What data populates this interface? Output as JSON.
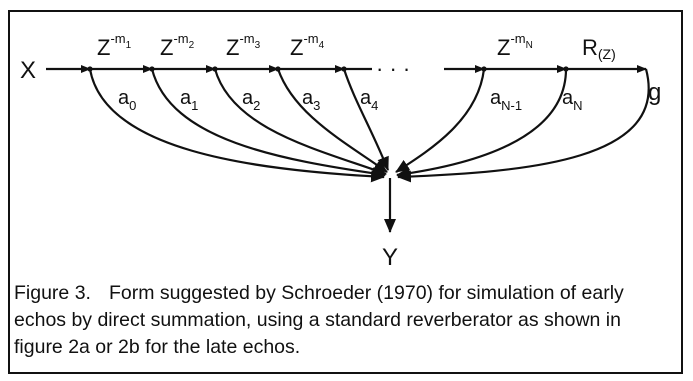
{
  "diagram": {
    "input": "X",
    "output": "Y",
    "reverb_gain": "g",
    "delays": [
      {
        "base": "Z",
        "exp": "-m",
        "sub": "1"
      },
      {
        "base": "Z",
        "exp": "-m",
        "sub": "2"
      },
      {
        "base": "Z",
        "exp": "-m",
        "sub": "3"
      },
      {
        "base": "Z",
        "exp": "-m",
        "sub": "4"
      },
      {
        "base": "Z",
        "exp": "-m",
        "sub": "N"
      }
    ],
    "ellipsis": "· · ·",
    "reverberator": {
      "base": "R",
      "sub": "(Z)"
    },
    "gains": [
      {
        "base": "a",
        "sub": "0"
      },
      {
        "base": "a",
        "sub": "1"
      },
      {
        "base": "a",
        "sub": "2"
      },
      {
        "base": "a",
        "sub": "3"
      },
      {
        "base": "a",
        "sub": "4"
      },
      {
        "base": "a",
        "sub": "N-1"
      },
      {
        "base": "a",
        "sub": "N"
      }
    ]
  },
  "caption": {
    "label": "Figure 3.",
    "text": "Form suggested by Schroeder (1970) for simulation of early echos by direct summation, using a standard reverberator as shown in figure 2a or 2b for the late echos."
  },
  "colors": {
    "ink": "#111111",
    "background": "#ffffff"
  }
}
